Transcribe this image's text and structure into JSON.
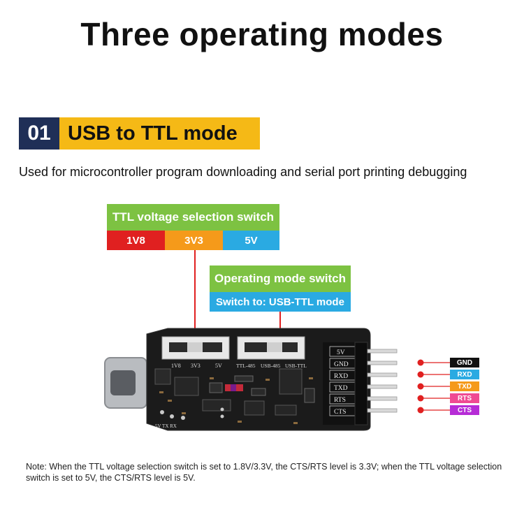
{
  "title": "Three operating modes",
  "mode": {
    "number": "01",
    "title": "USB to TTL mode"
  },
  "subtitle": "Used for microcontroller program downloading and serial port printing debugging",
  "ttl_switch": {
    "label": "TTL voltage selection switch",
    "options": [
      "1V8",
      "3V3",
      "5V"
    ],
    "option_colors": [
      "#e02020",
      "#f59a1a",
      "#2aaae2"
    ]
  },
  "mode_switch": {
    "label": "Operating mode switch",
    "value": "Switch to: USB-TTL mode"
  },
  "board": {
    "silk_voltage": [
      "1V8",
      "3V3",
      "5V"
    ],
    "silk_mode": [
      "TTL-485",
      "USB-485",
      "USB-TTL"
    ],
    "silk_pins": [
      "5V",
      "GND",
      "RXD",
      "TXD",
      "RTS",
      "CTS"
    ],
    "silk_leds": "5V TX RX"
  },
  "pins": [
    {
      "label": "GND",
      "color": "#111111"
    },
    {
      "label": "RXD",
      "color": "#2aaae2"
    },
    {
      "label": "TXD",
      "color": "#f59a1a"
    },
    {
      "label": "RTS",
      "color": "#ef4a93"
    },
    {
      "label": "CTS",
      "color": "#b62cd6"
    }
  ],
  "note": "Note: When the TTL voltage selection switch is set to 1.8V/3.3V, the CTS/RTS level is 3.3V; when the TTL voltage selection switch is set to 5V, the CTS/RTS level is 5V."
}
